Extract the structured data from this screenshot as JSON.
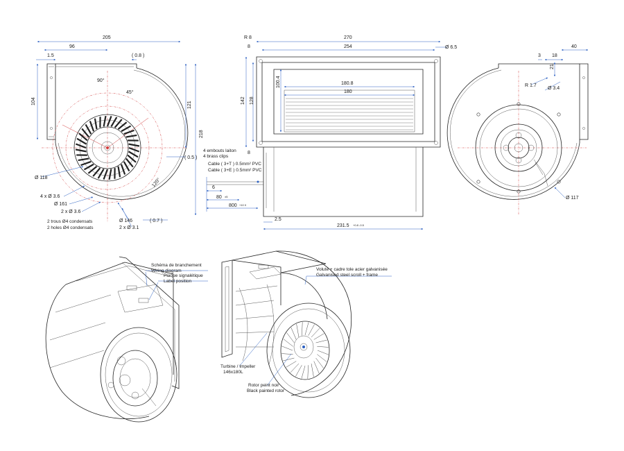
{
  "front_view": {
    "dims": [
      "205",
      "96",
      "1.5",
      "( 0.8 )",
      "104",
      "121",
      "218",
      "( 0.5 )",
      "90°",
      "45°",
      "120°"
    ],
    "callouts": [
      "Ø 118",
      "4 x Ø 3.6",
      "Ø 161",
      "2 x Ø 3.6",
      "Ø 146",
      "2 x Ø 3.1",
      "( 0.7 )"
    ],
    "notes": [
      "2 trous Ø4 condensats",
      "2 holes Ø4 condensats"
    ]
  },
  "side_view": {
    "dims": [
      "R 8",
      "270",
      "8",
      "254",
      "Ø 6.5",
      "142",
      "128",
      "100.4",
      "180.8",
      "180",
      "8",
      "6",
      "80",
      "800",
      "2.5",
      "231.5"
    ],
    "tolerances": {
      "d80": "±5",
      "d800": "+10 0",
      "d231": "+0.8 -0.5"
    },
    "notes": [
      "4 embouts laiton",
      "4 brass clips",
      "Cable   ( 3+T )   0.5mm² PVC",
      "Cable   ( 3+E )   0.5mm² PVC"
    ]
  },
  "rear_view": {
    "dims": [
      "40",
      "3",
      "18",
      "21",
      "R 1.7",
      "Ø 3.4"
    ],
    "callouts": [
      "Ø 117"
    ]
  },
  "iso_left": {
    "labels": [
      "Schéma de branchement",
      "Wiring diagram",
      "Plaque signalétique",
      "Label position"
    ]
  },
  "iso_right": {
    "labels": [
      "Volute + cadre tole acier galvanisée",
      "Galvanised steel scroll + frame",
      "Turbine / Impeller",
      "146x180L",
      "Rotor peint noir",
      "Black painted rotor"
    ]
  },
  "colors": {
    "dimension": "#2a5fc1",
    "centerline": "#d23a3a",
    "outline": "#222222"
  }
}
